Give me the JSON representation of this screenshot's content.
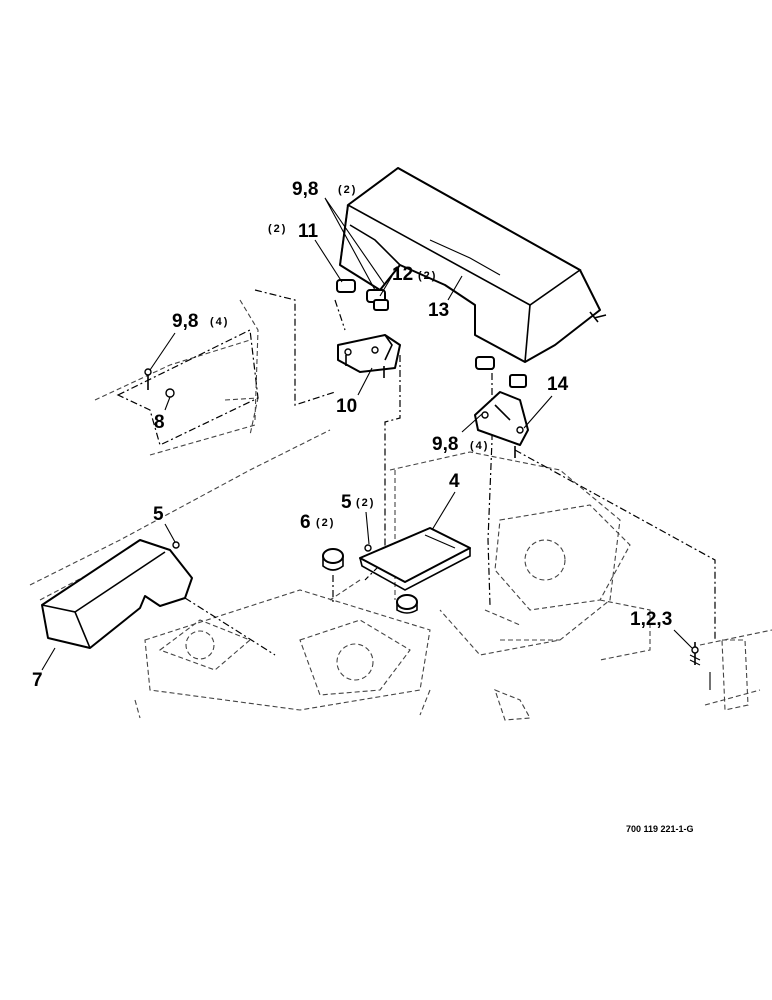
{
  "callouts": {
    "c_9_8_top": "9,8",
    "c_9_8_top_qty": "(2)",
    "c_11_qty": "(2)",
    "c_11": "11",
    "c_12": "12",
    "c_12_qty": "(2)",
    "c_13": "13",
    "c_9_8_left": "9,8",
    "c_9_8_left_qty": "(4)",
    "c_8": "8",
    "c_10": "10",
    "c_14": "14",
    "c_9_8_right": "9,8",
    "c_9_8_right_qty": "(4)",
    "c_4": "4",
    "c_5_mid": "5",
    "c_5_mid_qty": "(2)",
    "c_6": "6",
    "c_6_qty": "(2)",
    "c_5_left": "5",
    "c_7": "7",
    "c_1_2_3": "1,2,3"
  },
  "drawing_number": "700 119 221-1-G"
}
